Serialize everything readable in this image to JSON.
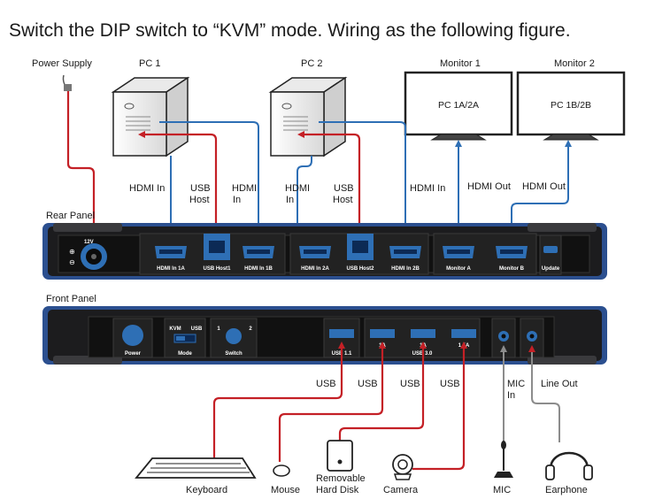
{
  "title": "Switch the DIP switch to “KVM” mode. Wiring as the following figure.",
  "labels": {
    "power_supply": "Power Supply",
    "pc1": "PC 1",
    "pc2": "PC 2",
    "monitor1": "Monitor 1",
    "monitor2": "Monitor 2",
    "monitor1_screen": "PC 1A/2A",
    "monitor2_screen": "PC 1B/2B",
    "rear_panel": "Rear Panel",
    "front_panel": "Front Panel"
  },
  "rear_wire_labels": {
    "hdmi_in_1": "HDMI In",
    "usb_host_1a": "USB",
    "usb_host_1b": "Host",
    "hdmi_in_1b_a": "HDMI",
    "hdmi_in_1b_b": "In",
    "hdmi_in_2a_a": "HDMI",
    "hdmi_in_2a_b": "In",
    "usb_host_2a": "USB",
    "usb_host_2b": "Host",
    "hdmi_in_2b": "HDMI In",
    "hdmi_out_a": "HDMI Out",
    "hdmi_out_b": "HDMI Out"
  },
  "rear_ports": {
    "dc": "12V",
    "hdmi_in_1a": "HDMI In 1A",
    "usb_host1": "USB Host1",
    "hdmi_in_1b": "HDMI In 1B",
    "hdmi_in_2a": "HDMI In 2A",
    "usb_host2": "USB Host2",
    "hdmi_in_2b": "HDMI In 2B",
    "monitor_a": "Monitor A",
    "monitor_b": "Monitor B",
    "update": "Update"
  },
  "front_ports": {
    "power": "Power",
    "mode": "Mode",
    "mode_kvm": "KVM",
    "mode_usb": "USB",
    "switch": "Switch",
    "switch_1": "1",
    "switch_2": "2",
    "usb11": "USB 1.1",
    "usb30": "USB 3.0",
    "usb30_sub_1": "1A",
    "usb30_sub_2": "1A",
    "usb30_sub_3": "1.5A"
  },
  "front_wire_labels": {
    "usb1": "USB",
    "usb2": "USB",
    "usb3": "USB",
    "usb4": "USB",
    "mic_in_a": "MIC",
    "mic_in_b": "In",
    "line_out": "Line Out"
  },
  "devices": {
    "keyboard": "Keyboard",
    "mouse": "Mouse",
    "hard_disk_a": "Removable",
    "hard_disk_b": "Hard Disk",
    "camera": "Camera",
    "mic": "MIC",
    "earphone": "Earphone"
  },
  "colors": {
    "blue_wire": "#2e6fb5",
    "red_wire": "#c42026",
    "gray_wire": "#8c8c8c",
    "panel_body": "#1c1c1e",
    "panel_accent": "#1e4fa0"
  }
}
